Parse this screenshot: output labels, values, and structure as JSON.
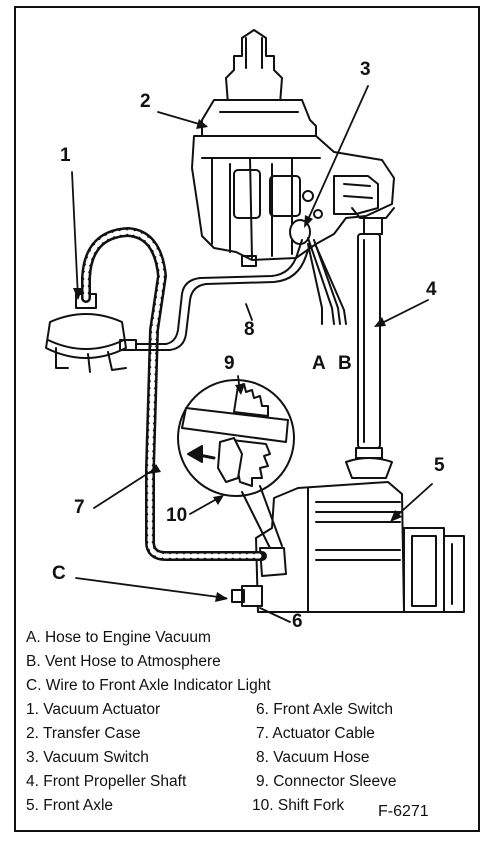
{
  "diagram": {
    "figure_id": "F-6271",
    "callouts": {
      "c1": "1",
      "c2": "2",
      "c3": "3",
      "c4": "4",
      "c5": "5",
      "c6": "6",
      "c7": "7",
      "c8": "8",
      "c9": "9",
      "c10": "10",
      "cA": "A",
      "cB": "B",
      "cC": "C"
    },
    "legend": {
      "letters": [
        "A. Hose to Engine Vacuum",
        "B. Vent Hose to Atmosphere",
        "C. Wire to Front Axle Indicator Light"
      ],
      "left": [
        "1. Vacuum Actuator",
        "2. Transfer Case",
        "3. Vacuum Switch",
        "4. Front Propeller Shaft",
        "5. Front Axle"
      ],
      "right": [
        "6. Front Axle Switch",
        "7. Actuator Cable",
        "8. Vacuum Hose",
        "9. Connector Sleeve",
        "10. Shift Fork"
      ]
    },
    "colors": {
      "ink": "#111111",
      "paper": "#ffffff"
    }
  }
}
